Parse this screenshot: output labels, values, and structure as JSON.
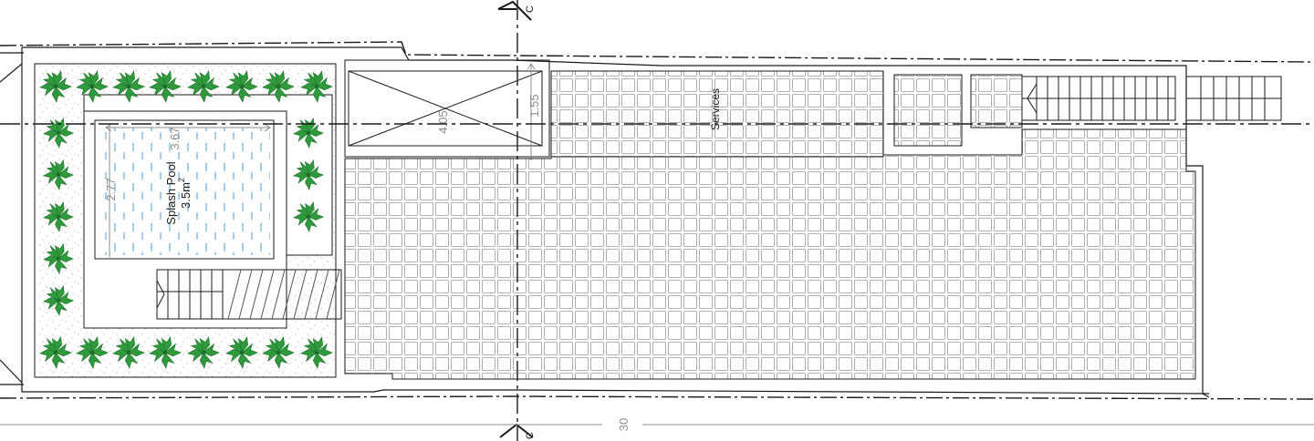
{
  "labels": {
    "splash_pool": "Splash Pool",
    "pool_area": "3.5m",
    "pool_area_sup": "2",
    "services": "Services"
  },
  "dimensions": {
    "pool_width": "3.67",
    "pool_length": "2.77",
    "void_diagonal": "4.05",
    "void_depth": "1.55",
    "overall_length": "30"
  },
  "section_marker": {
    "top": "C",
    "bottom": "C"
  },
  "colors": {
    "line": "#1a1a1a",
    "tile": "#9a9a9a",
    "dimension": "#8c8c8c",
    "water": "#6aaedc",
    "plant": "#2e9a3c",
    "plant_dark": "#1d6e2a"
  },
  "legend": []
}
